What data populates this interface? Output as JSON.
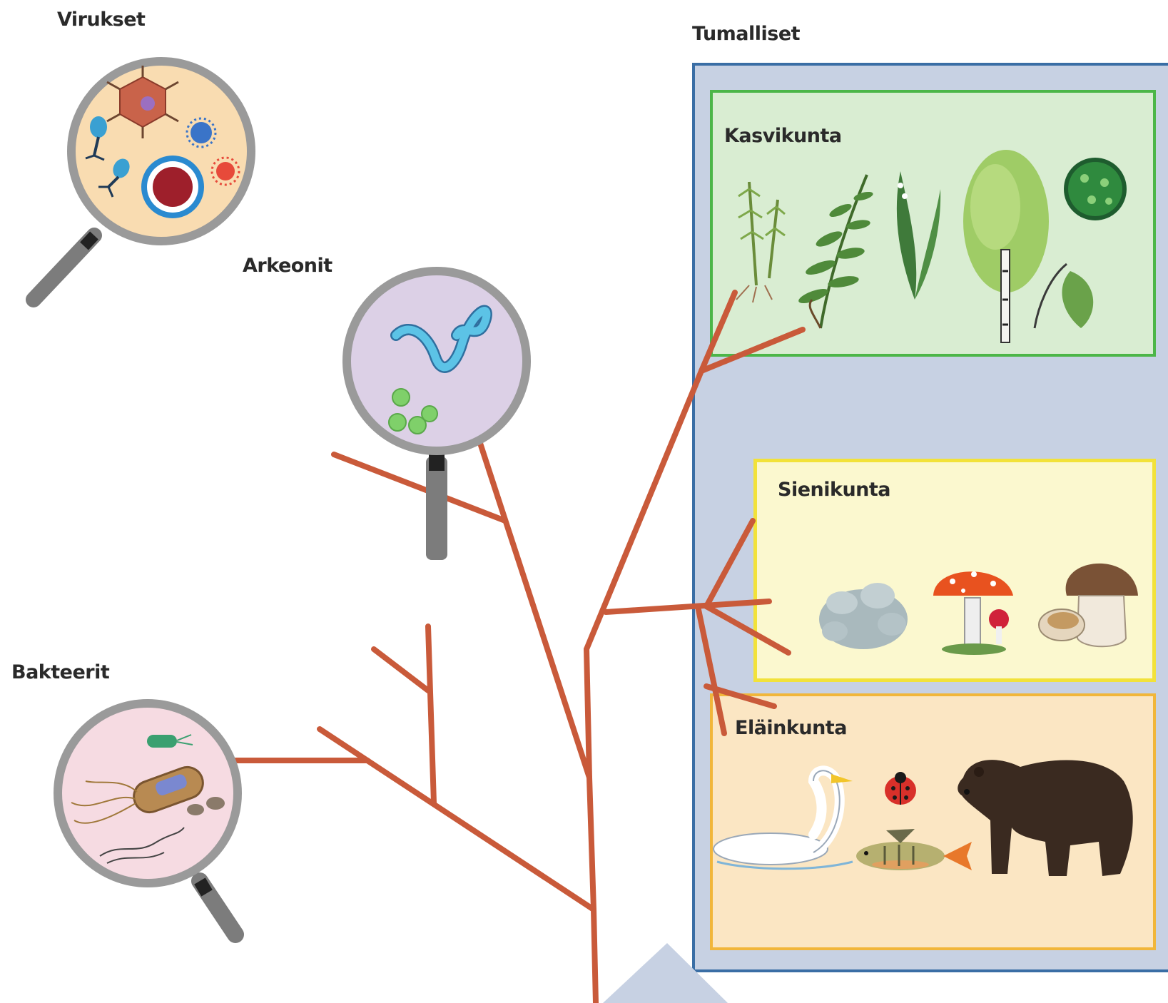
{
  "groups": {
    "viruses": "Virukset",
    "archaea": "Arkeonit",
    "bacteria": "Bakteerit",
    "eukaryotes": "Tumalliset"
  },
  "kingdoms": {
    "plants": "Kasvikunta",
    "fungi": "Sienikunta",
    "animals": "Eläinkunta"
  },
  "colors": {
    "branch": "#c95a3a",
    "eukaryote_panel": "#c7d1e3",
    "eukaryote_border": "#3a6ea5",
    "plants_bg": "#d9edd2",
    "plants_border": "#4cb648",
    "fungi_bg": "#fbf8cf",
    "fungi_border": "#f2e23a",
    "animals_bg": "#fbe6c3",
    "animals_border": "#f1b63a",
    "virus_bg": "#f9dcb1",
    "archaea_bg": "#dcd0e6",
    "bacteria_bg": "#f6dbe2",
    "lens_rim": "#9a9a9a",
    "handle": "#7c7c7c"
  }
}
